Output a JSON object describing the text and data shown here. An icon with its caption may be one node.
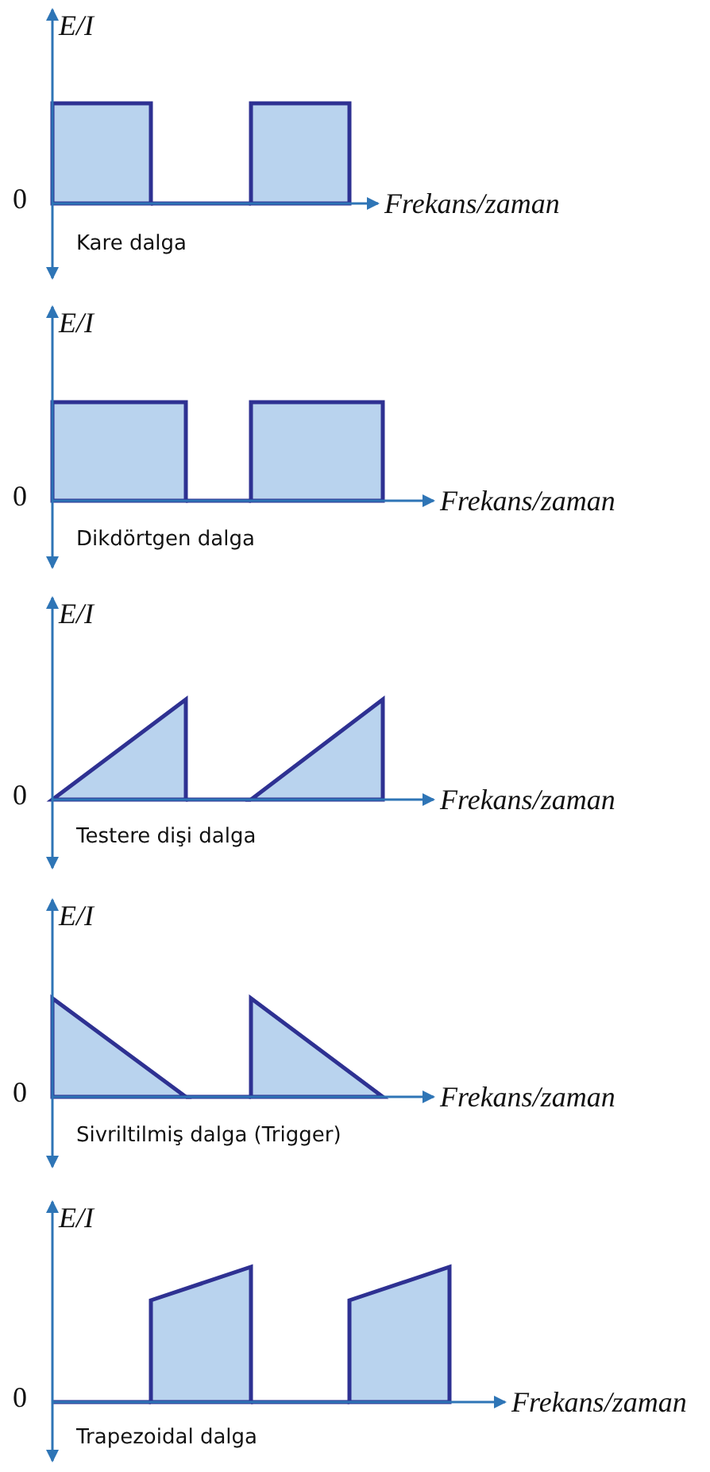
{
  "diagram": {
    "labels": [
      "E/I",
      "0",
      "Frekans/zaman",
      "Kare dalga",
      "E/I",
      "0",
      "Frekans/zaman",
      "Dikdörtgen dalga",
      "E/I",
      "0",
      "Frekans/zaman",
      "Testere dişi dalga",
      "E/I",
      "0",
      "Frekans/zaman",
      "Sivriltilmiş dalga (Trigger)",
      "E/I",
      "0",
      "Frekans/zaman",
      "Trapezoidal dalga"
    ]
  }
}
